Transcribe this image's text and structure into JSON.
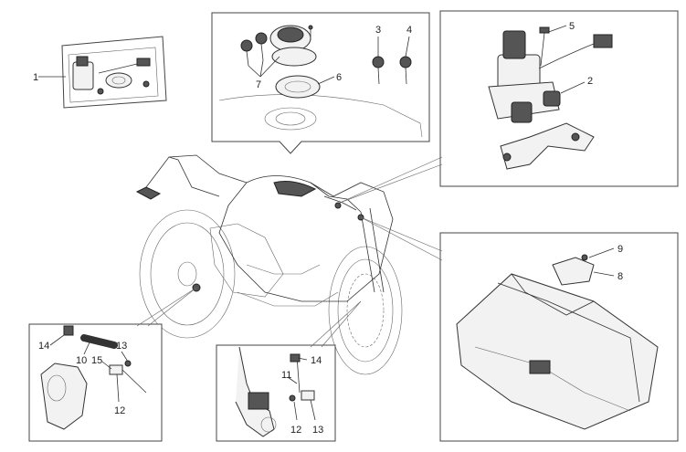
{
  "labels": {
    "p1": "1",
    "p2": "2",
    "p3": "3",
    "p4": "4",
    "p5": "5",
    "p6": "6",
    "p7": "7",
    "p8": "8",
    "p9": "9",
    "p10": "10",
    "p11": "11",
    "p12": "12",
    "p13": "13",
    "p14": "14",
    "p15": "15"
  },
  "label_14b": "14",
  "label_12b": "12",
  "label_13b": "13"
}
